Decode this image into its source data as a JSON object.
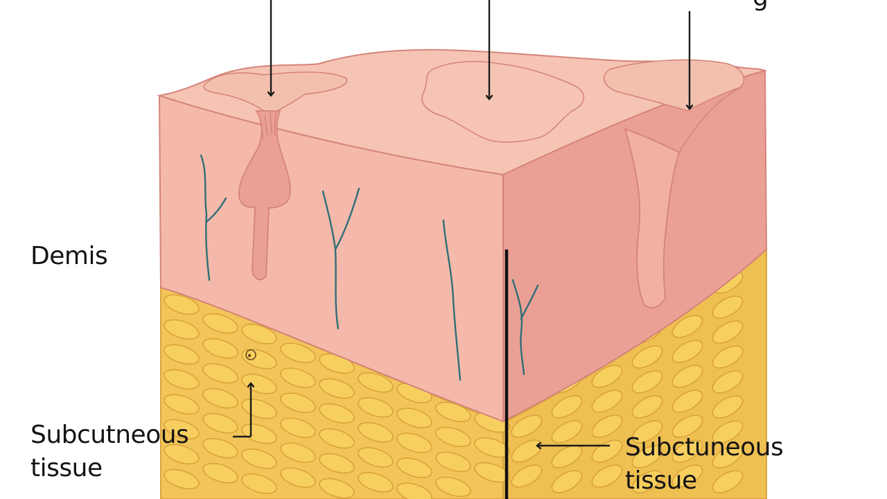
{
  "labels": {
    "dermis": "Demis",
    "subcutaneous_left": [
      "Subcutneous",
      "tissue"
    ],
    "subcutaneous_right": [
      "Subctuneous",
      "tissue"
    ],
    "top_right_partial": "g"
  },
  "colors": {
    "skin_top": "#f6c4b4",
    "skin_front": "#f4b9aa",
    "skin_side": "#eba095",
    "fat_front": "#f2c55a",
    "fat_side": "#eec052",
    "fat_lobule": "#f7cf5f",
    "outline": "#d48478",
    "vessel": "#2f6e78",
    "arrow": "#1a1a1a"
  }
}
